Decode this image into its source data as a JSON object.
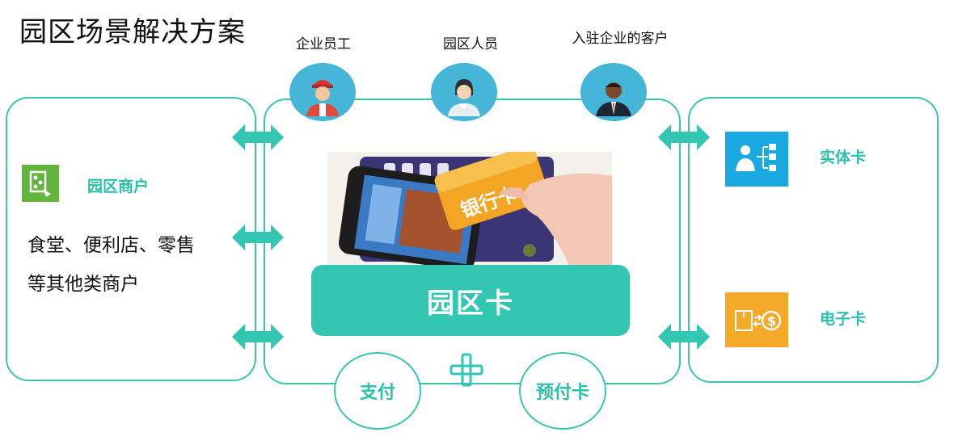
{
  "title": "园区场景解决方案",
  "roles": [
    {
      "label": "企业员工",
      "icon": "worker-avatar-icon"
    },
    {
      "label": "园区人员",
      "icon": "staff-avatar-icon"
    },
    {
      "label": "入驻企业的客户",
      "icon": "client-avatar-icon"
    }
  ],
  "left_panel": {
    "heading": "园区商户",
    "icon": "merchant-icon",
    "description_lines": [
      "食堂、便利店、零售",
      "等其他类商户"
    ]
  },
  "center": {
    "card_label": "园区卡",
    "photo_text": "银行卡",
    "plus_symbol": "+",
    "options": [
      "支付",
      "预付卡"
    ]
  },
  "right_panel": {
    "items": [
      {
        "label": "实体卡",
        "icon": "physical-card-icon",
        "color": "#1aa9e0"
      },
      {
        "label": "电子卡",
        "icon": "electronic-card-icon",
        "color": "#f5a928"
      }
    ]
  },
  "colors": {
    "accent": "#33c6b3",
    "avatar_bg": "#45b6d8"
  }
}
